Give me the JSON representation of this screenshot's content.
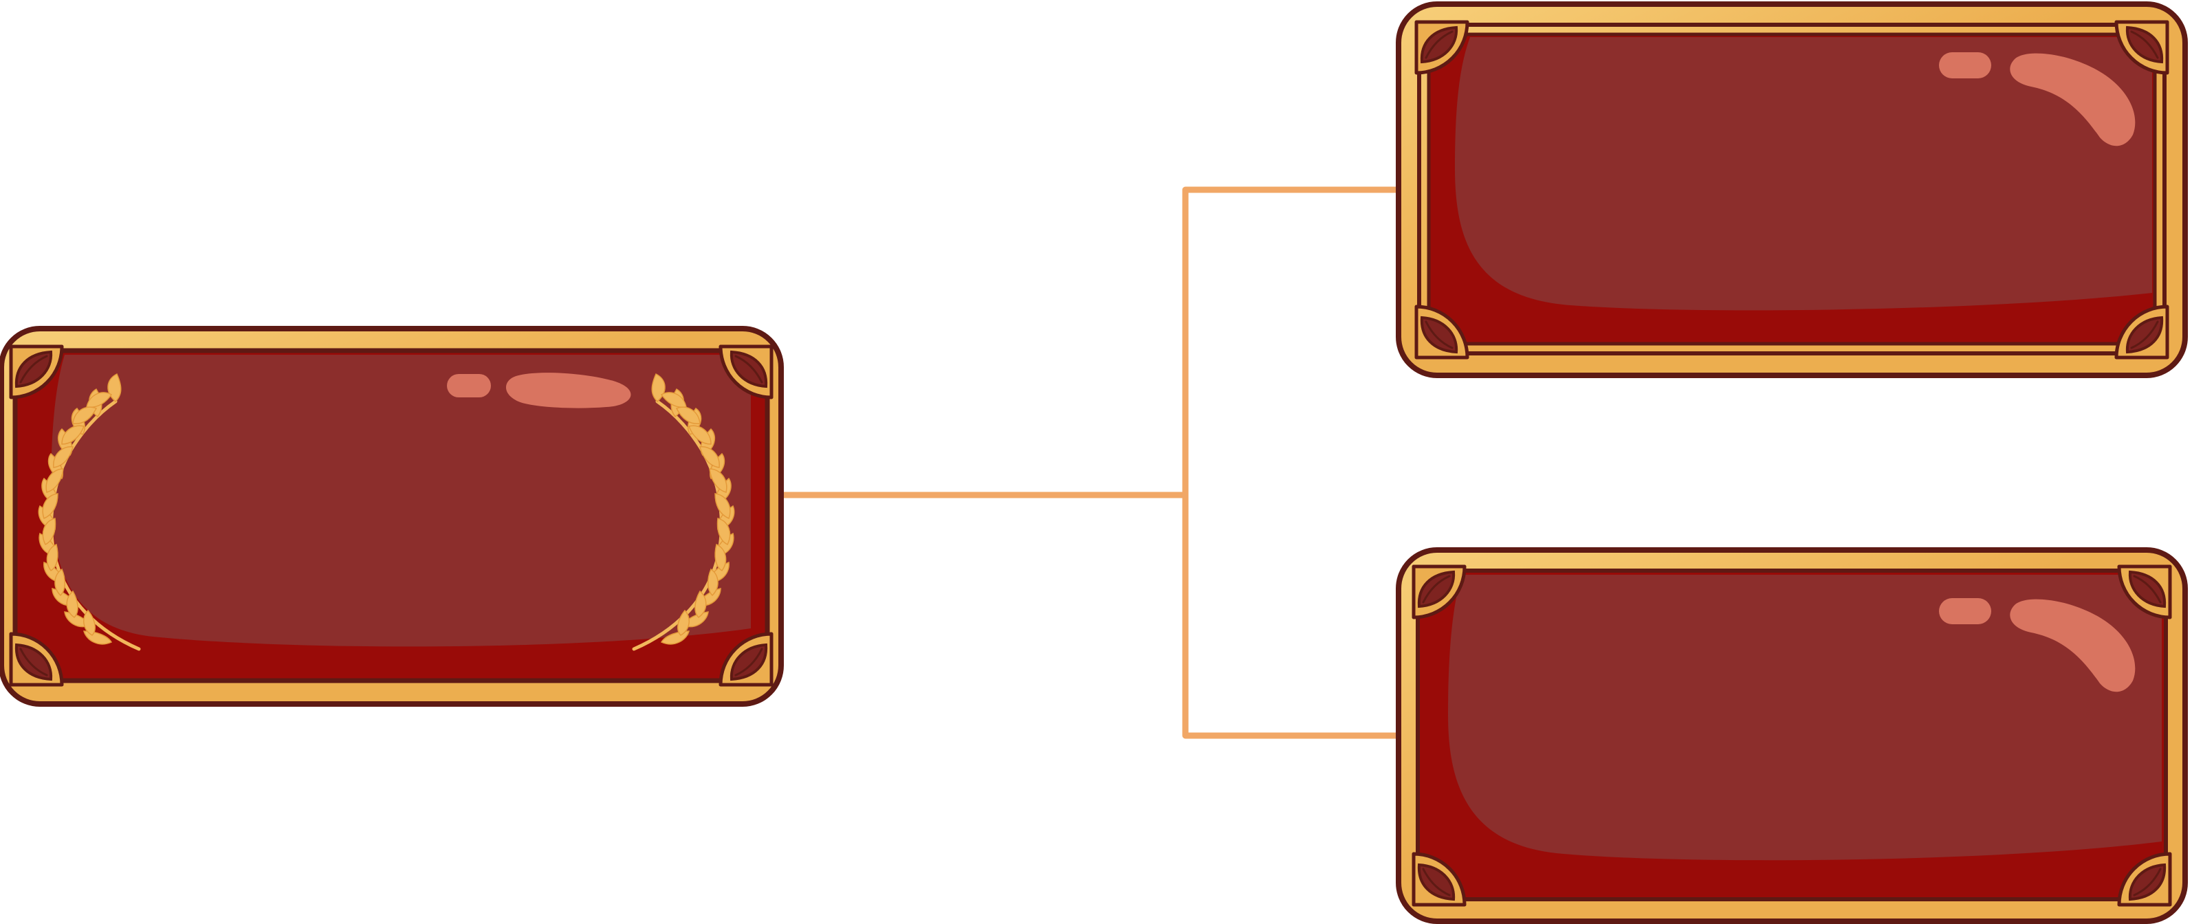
{
  "diagram": {
    "type": "bracket-tree",
    "nodes": [
      {
        "id": "root",
        "label": "",
        "ornament": "laurel-wreath",
        "level": 0
      },
      {
        "id": "branch-top",
        "label": "",
        "ornament": "none",
        "level": 1
      },
      {
        "id": "branch-bottom",
        "label": "",
        "ornament": "none",
        "level": 1
      }
    ],
    "connections": [
      {
        "from": "root",
        "to": "branch-top"
      },
      {
        "from": "root",
        "to": "branch-bottom"
      }
    ]
  },
  "colors": {
    "frame_gold": "#ECAE4F",
    "frame_gold_light": "#F7CF79",
    "frame_outline": "#5E1A14",
    "panel_red": "#8C2E2C",
    "panel_red_edge": "#990B08",
    "highlight": "#D97460",
    "connector": "#F1A766",
    "background": "#FFFFFF"
  },
  "icons": {
    "corner_ornament": "leaf-corner-icon",
    "wreath": "laurel-wreath-icon",
    "shine": "gloss-highlight-icon"
  }
}
